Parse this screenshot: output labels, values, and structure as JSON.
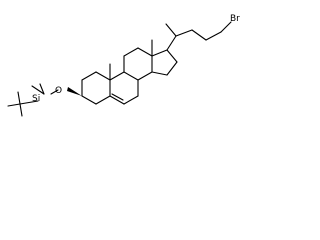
{
  "molecule": {
    "atoms": {
      "o": "O",
      "si": "Si",
      "br": "Br"
    },
    "colors": {
      "bond": "#000000",
      "text": "#000000",
      "background": "#ffffff"
    }
  }
}
